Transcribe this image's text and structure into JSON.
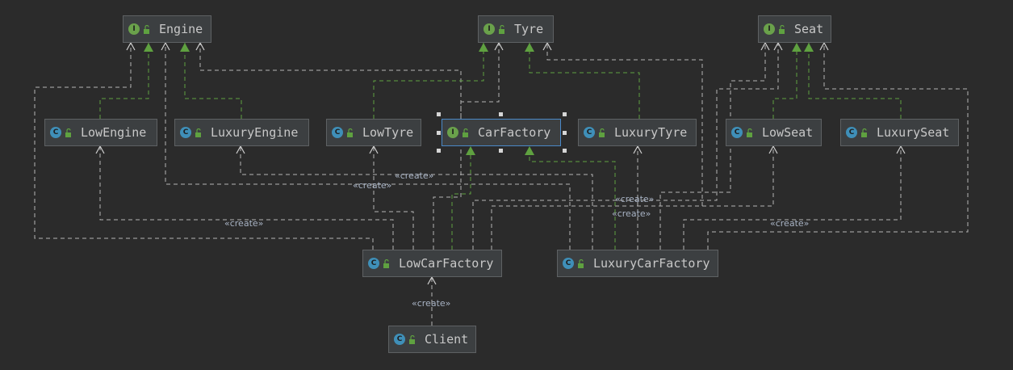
{
  "colors": {
    "background": "#2b2b2b",
    "node_fill": "#3c3f41",
    "node_border": "#5e6163",
    "selected_border": "#4a88c7",
    "create_edge": "#b4b4b4",
    "realize_edge": "#5fa140",
    "interface_badge": "#6aa14b",
    "class_badge": "#3f8fb8"
  },
  "nodes": {
    "engine": {
      "label": "Engine",
      "kind": "interface",
      "badge_letter": "I",
      "icon": "interface-icon"
    },
    "tyre": {
      "label": "Tyre",
      "kind": "interface",
      "badge_letter": "I",
      "icon": "interface-icon"
    },
    "seat": {
      "label": "Seat",
      "kind": "interface",
      "badge_letter": "I",
      "icon": "interface-icon"
    },
    "low_engine": {
      "label": "LowEngine",
      "kind": "class",
      "badge_letter": "C",
      "icon": "class-icon"
    },
    "luxury_engine": {
      "label": "LuxuryEngine",
      "kind": "class",
      "badge_letter": "C",
      "icon": "class-icon"
    },
    "low_tyre": {
      "label": "LowTyre",
      "kind": "class",
      "badge_letter": "C",
      "icon": "class-icon"
    },
    "car_factory": {
      "label": "CarFactory",
      "kind": "interface",
      "badge_letter": "I",
      "icon": "interface-icon",
      "selected": true
    },
    "luxury_tyre": {
      "label": "LuxuryTyre",
      "kind": "class",
      "badge_letter": "C",
      "icon": "class-icon"
    },
    "low_seat": {
      "label": "LowSeat",
      "kind": "class",
      "badge_letter": "C",
      "icon": "class-icon"
    },
    "luxury_seat": {
      "label": "LuxurySeat",
      "kind": "class",
      "badge_letter": "C",
      "icon": "class-icon"
    },
    "low_car_factory": {
      "label": "LowCarFactory",
      "kind": "class",
      "badge_letter": "C",
      "icon": "class-icon"
    },
    "luxury_car_factory": {
      "label": "LuxuryCarFactory",
      "kind": "class",
      "badge_letter": "C",
      "icon": "class-icon"
    },
    "client": {
      "label": "Client",
      "kind": "class",
      "badge_letter": "C",
      "icon": "class-icon"
    }
  },
  "relations": {
    "create_label": "«create»",
    "realizations": [
      {
        "from": "LowEngine",
        "to": "Engine"
      },
      {
        "from": "LuxuryEngine",
        "to": "Engine"
      },
      {
        "from": "LowTyre",
        "to": "Tyre"
      },
      {
        "from": "LuxuryTyre",
        "to": "Tyre"
      },
      {
        "from": "LowSeat",
        "to": "Seat"
      },
      {
        "from": "LuxurySeat",
        "to": "Seat"
      },
      {
        "from": "LowCarFactory",
        "to": "CarFactory"
      },
      {
        "from": "LuxuryCarFactory",
        "to": "CarFactory"
      }
    ],
    "creates": [
      {
        "from": "LowCarFactory",
        "to": "LowEngine"
      },
      {
        "from": "LowCarFactory",
        "to": "LowTyre"
      },
      {
        "from": "LowCarFactory",
        "to": "LowSeat"
      },
      {
        "from": "LuxuryCarFactory",
        "to": "LuxuryEngine"
      },
      {
        "from": "LuxuryCarFactory",
        "to": "LuxuryTyre"
      },
      {
        "from": "LuxuryCarFactory",
        "to": "LuxurySeat"
      },
      {
        "from": "Client",
        "to": "LowCarFactory"
      }
    ]
  }
}
